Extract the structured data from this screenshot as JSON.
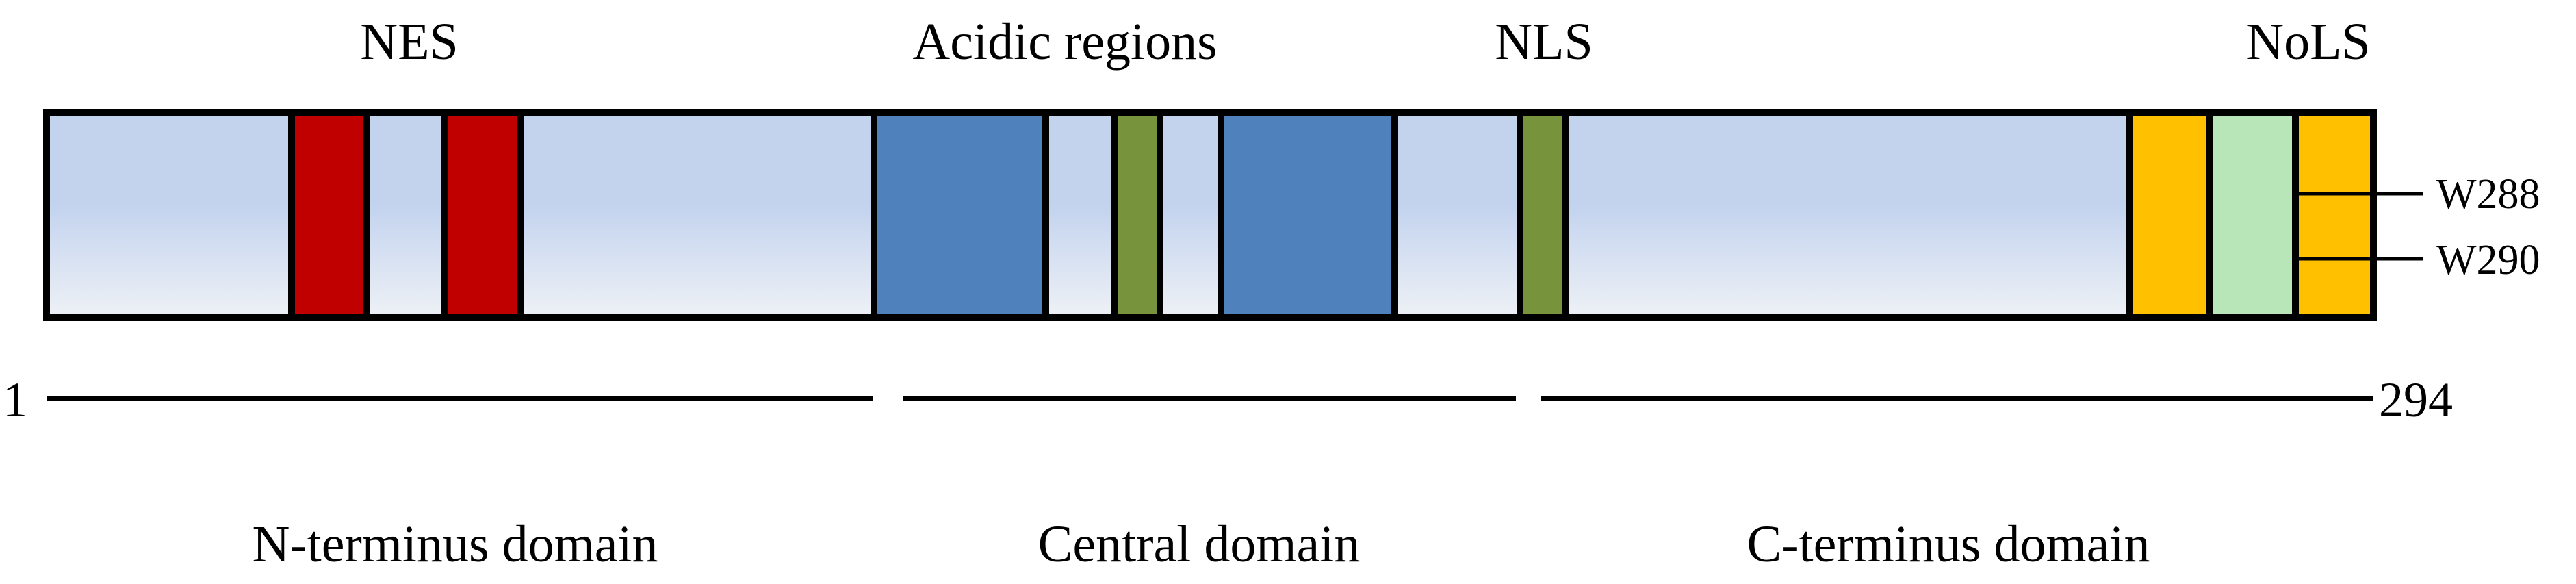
{
  "colors": {
    "backbone_top": "#c3d3ee",
    "backbone_bottom": "#eef1f6",
    "nes": "#c00000",
    "acidic": "#4f81bd",
    "nls": "#77933c",
    "nols": "#ffc000",
    "nols_linker": "#b8e6b8",
    "outline": "#000000"
  },
  "labels": {
    "nes": "NES",
    "acidic": "Acidic regions",
    "nls": "NLS",
    "nols": "NoLS"
  },
  "sites": {
    "w288": "W288",
    "w290": "W290"
  },
  "ends": {
    "start": "1",
    "end": "294"
  },
  "domains": {
    "n_terminus": "N-terminus domain",
    "central": "Central domain",
    "c_terminus": "C-terminus domain"
  }
}
